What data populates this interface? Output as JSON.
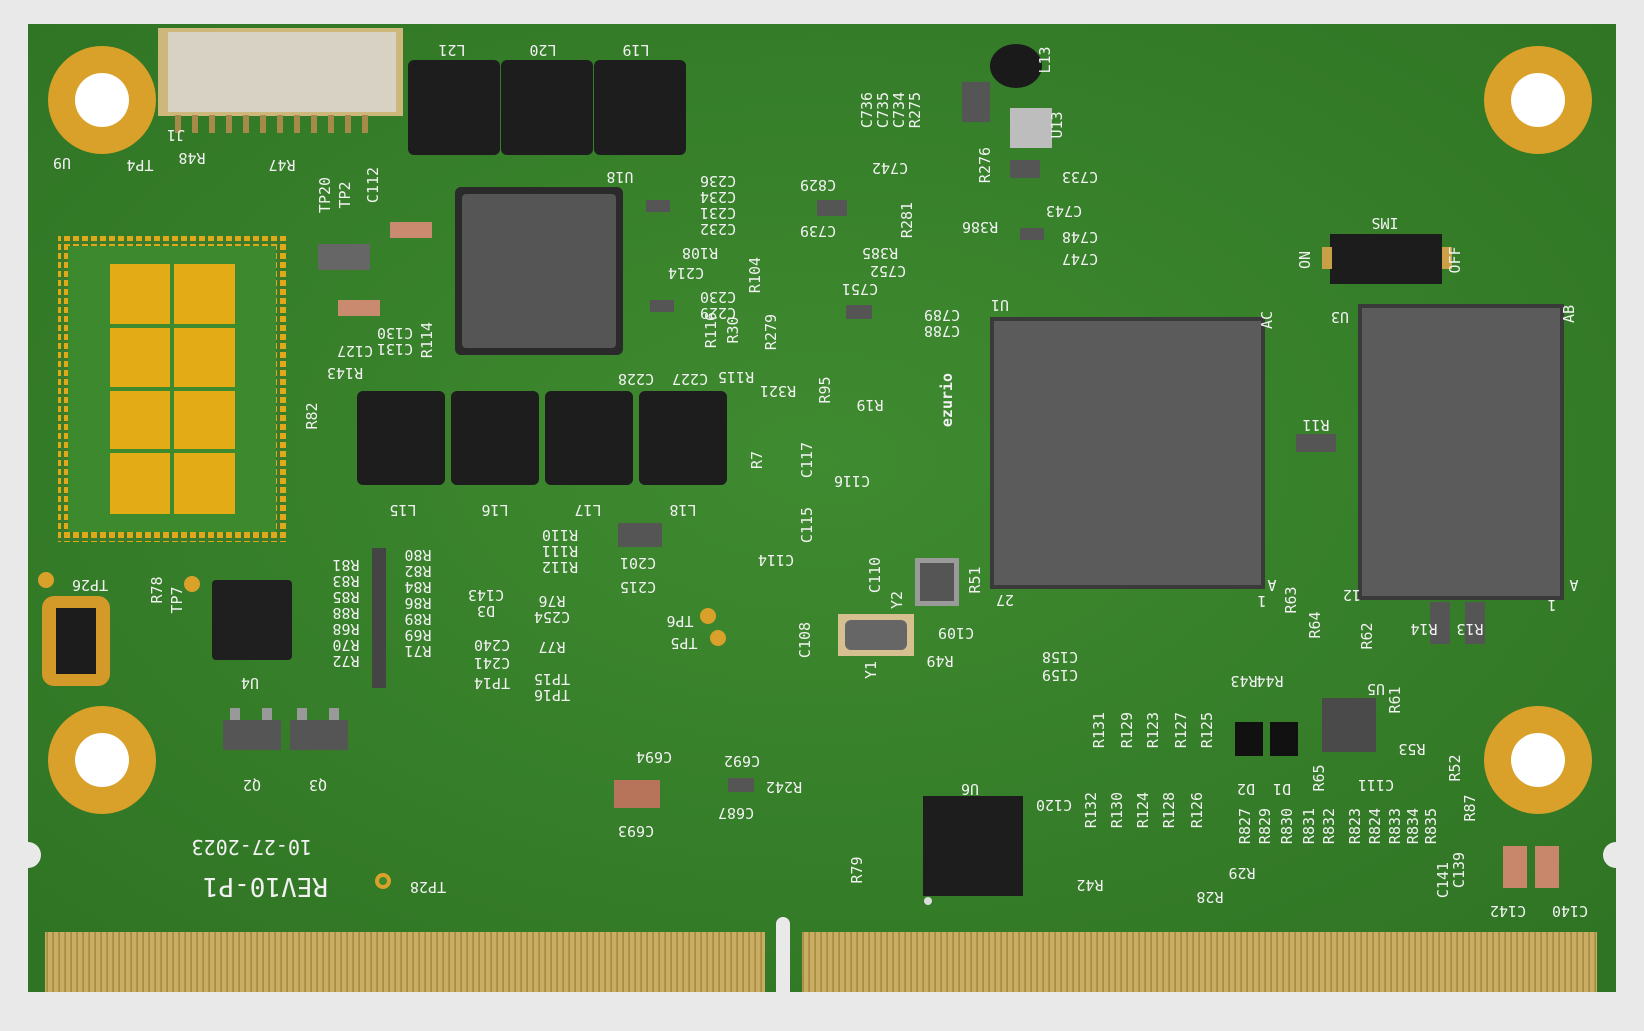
{
  "board": {
    "logo": "ezurio",
    "revision": "REV10-P1",
    "date": "10-27-2023"
  },
  "labels": {
    "U9": "U9",
    "J1": "J1",
    "TP4": "TP4",
    "R48": "R48",
    "R47": "R47",
    "TP20": "TP20",
    "TP2": "TP2",
    "C112": "C112",
    "L21": "L21",
    "L20": "L20",
    "L19": "L19",
    "U18": "U18",
    "L13": "L13",
    "U13": "U13",
    "C736": "C736",
    "C735": "C735",
    "C734": "C734",
    "R275": "R275",
    "R276": "R276",
    "C742": "C742",
    "C733": "C733",
    "C829": "C829",
    "C739": "C739",
    "C743": "C743",
    "R386": "R386",
    "C748": "C748",
    "C747": "C747",
    "R281": "R281",
    "R385": "R385",
    "C752": "C752",
    "C751": "C751",
    "C789": "C789",
    "C788": "C788",
    "C236": "C236",
    "C234": "C234",
    "C231": "C231",
    "C232": "C232",
    "R108": "R108",
    "C214": "C214",
    "C230": "C230",
    "C229": "C229",
    "R104": "R104",
    "R116": "R116",
    "R30": "R30",
    "R279": "R279",
    "C227": "C227",
    "C228": "C228",
    "R115": "R115",
    "R321": "R321",
    "R95": "R95",
    "R19": "R19",
    "C130": "C130",
    "C131": "C131",
    "R114": "R114",
    "C127": "C127",
    "R143": "R143",
    "R82": "R82",
    "L15": "L15",
    "L16": "L16",
    "L17": "L17",
    "L18": "L18",
    "R7": "R7",
    "C117": "C117",
    "C116": "C116",
    "C115": "C115",
    "C114": "C114",
    "R110": "R110",
    "R111": "R111",
    "R112": "R112",
    "C201": "C201",
    "C215": "C215",
    "R81": "R81",
    "R80": "R80",
    "R83": "R83",
    "R82b": "R82",
    "R85": "R85",
    "R84": "R84",
    "R88": "R88",
    "R86": "R86",
    "R68": "R68",
    "R89": "R89",
    "R70": "R70",
    "R69": "R69",
    "R72": "R72",
    "R71": "R71",
    "C143": "C143",
    "D3": "D3",
    "R76": "R76",
    "C254": "C254",
    "C240": "C240",
    "R77": "R77",
    "C241": "C241",
    "TP14": "TP14",
    "TP15": "TP15",
    "TP16": "TP16",
    "TP6": "TP6",
    "TP5": "TP5",
    "TP26": "TP26",
    "R78": "R78",
    "TP7": "TP7",
    "U4": "U4",
    "Q2": "Q2",
    "Q3": "Q3",
    "C110": "C110",
    "Y2": "Y2",
    "R51": "R51",
    "C109": "C109",
    "C108": "C108",
    "Y1": "Y1",
    "R49": "R49",
    "C158": "C158",
    "C159": "C159",
    "U1": "U1",
    "AC": "AC",
    "A": "A",
    "n27": "27",
    "n1": "1",
    "IMS": "IMS",
    "ON": "ON",
    "OFF": "OFF",
    "U3": "U3",
    "AB": "AB",
    "n12": "12",
    "n1b": "1",
    "Ab": "A",
    "R11": "R11",
    "R14": "R14",
    "R13": "R13",
    "R63": "R63",
    "R64": "R64",
    "R62": "R62",
    "R43": "R43",
    "R44": "R44",
    "U5": "U5",
    "R61": "R61",
    "R53": "R53",
    "R52": "R52",
    "R87": "R87",
    "R65": "R65",
    "C111": "C111",
    "D2": "D2",
    "D1": "D1",
    "R131": "R131",
    "R129": "R129",
    "R123": "R123",
    "R127": "R127",
    "R125": "R125",
    "R132": "R132",
    "R130": "R130",
    "R124": "R124",
    "R128": "R128",
    "R126": "R126",
    "R827": "R827",
    "R829": "R829",
    "R830": "R830",
    "R831": "R831",
    "R832": "R832",
    "R823": "R823",
    "R824": "R824",
    "R833": "R833",
    "R834": "R834",
    "R835": "R835",
    "C139": "C139",
    "C141": "C141",
    "C142": "C142",
    "C140": "C140",
    "U6": "U6",
    "C120": "C120",
    "R42": "R42",
    "R29": "R29",
    "R28": "R28",
    "R79": "R79",
    "C694": "C694",
    "C692": "C692",
    "C693": "C693",
    "C687": "C687",
    "R242": "R242",
    "TP28": "TP28"
  }
}
